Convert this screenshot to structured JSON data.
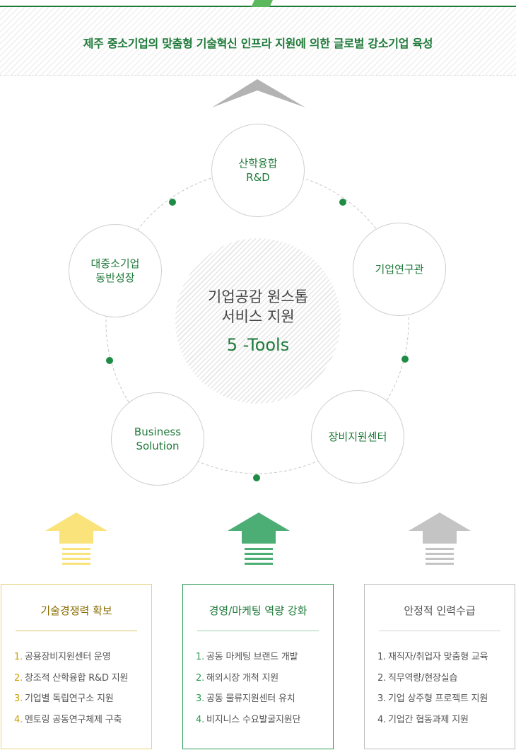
{
  "banner": {
    "text": "제주 중소기업의 맞춤형 기술혁신 인프라 지원에 의한 글로벌 강소기업 육성"
  },
  "center": {
    "line1": "기업공감 원스톱",
    "line2": "서비스 지원",
    "line3": "5 -Tools"
  },
  "nodes": [
    {
      "line1": "산학융합",
      "line2": "R&D"
    },
    {
      "line1": "기업연구관",
      "line2": ""
    },
    {
      "line1": "장비지원센터",
      "line2": ""
    },
    {
      "line1": "Business",
      "line2": "Solution"
    },
    {
      "line1": "대중소기업",
      "line2": "동반성장"
    }
  ],
  "colors": {
    "green": "#1f7a3a",
    "yellow_arrow": "#f9e37a",
    "green_arrow": "#4cae74",
    "gray_arrow": "#c4c4c4",
    "box1_accent": "#c9a100",
    "box2_accent": "#2e9b57",
    "box3_accent": "#9a9a9a"
  },
  "boxes": [
    {
      "title": "기술경쟁력 확보",
      "items": [
        {
          "num": "1.",
          "text": "공용장비지원센터 운영"
        },
        {
          "num": "2.",
          "text": "창조적 산학융합 R&D 지원"
        },
        {
          "num": "3.",
          "text": "기업별 독립연구소 지원"
        },
        {
          "num": "4.",
          "text": "멘토링 공동연구체제 구축"
        }
      ]
    },
    {
      "title": "경영/마케팅 역량 강화",
      "items": [
        {
          "num": "1.",
          "text": "공동 마케팅 브랜드 개발"
        },
        {
          "num": "2.",
          "text": "해외시장 개척 지원"
        },
        {
          "num": "3.",
          "text": "공동 물류지원센터 유치"
        },
        {
          "num": "4.",
          "text": "비지니스 수요발굴지원단"
        }
      ]
    },
    {
      "title": "안정적 인력수급",
      "items": [
        {
          "num": "1.",
          "text": "재직자/취업자 맞춤형 교육"
        },
        {
          "num": "2.",
          "text": "직무역량/현장실습"
        },
        {
          "num": "3.",
          "text": "기업 상주형 프로젝트 지원"
        },
        {
          "num": "4.",
          "text": "기업간 협동과제 지원"
        }
      ]
    }
  ]
}
